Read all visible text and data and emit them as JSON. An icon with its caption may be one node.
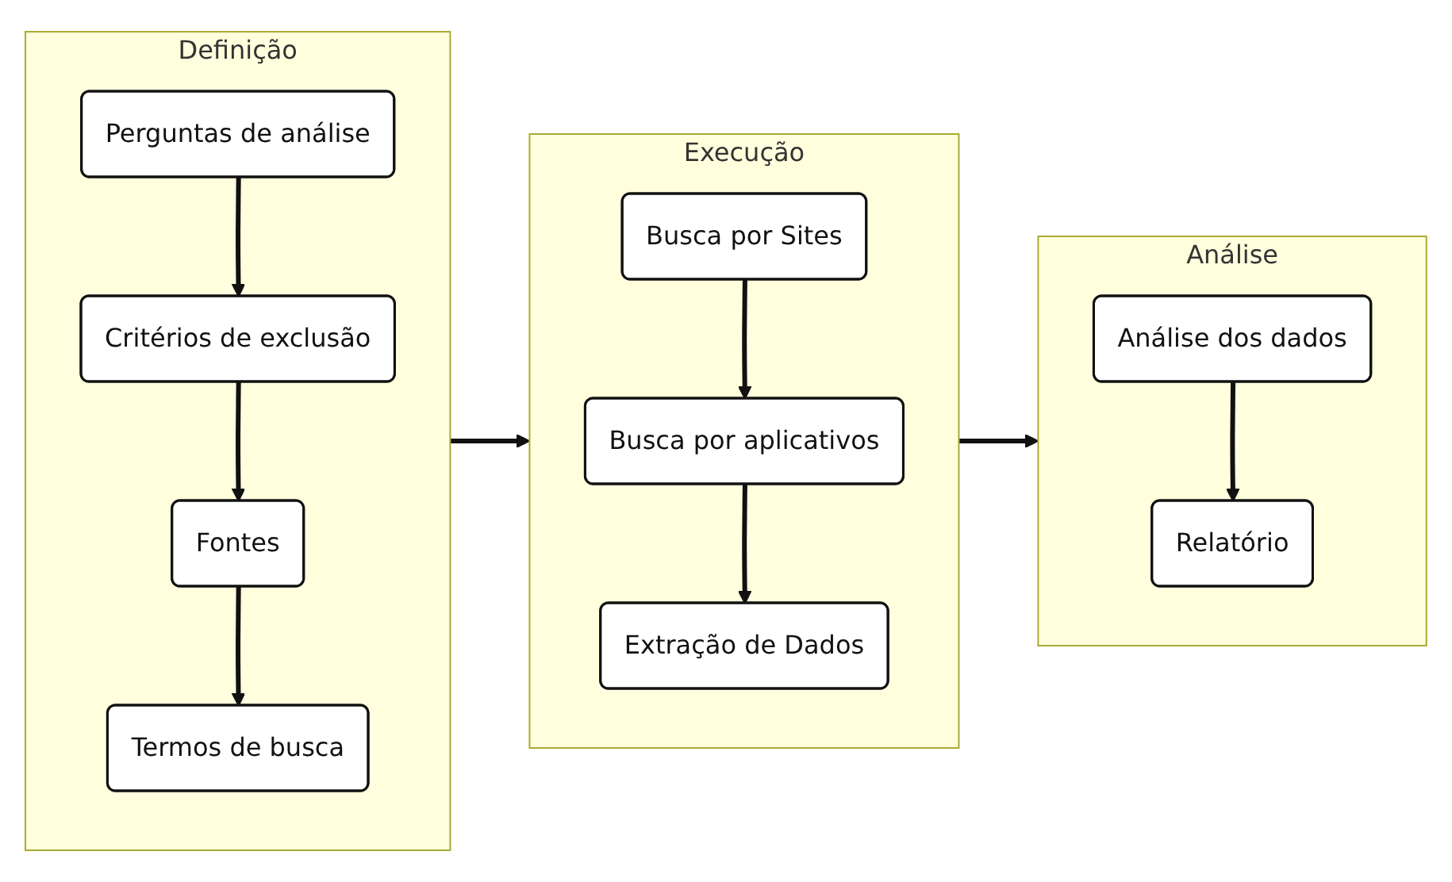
{
  "diagram": {
    "nodes": [
      {
        "text": [
          "Definição"
        ]
      },
      {
        "text": [
          "Perguntas de análise"
        ],
        "in": 0
      },
      {
        "text": [
          "Critérios de exclusão"
        ],
        "in": 0
      },
      {
        "text": [
          "Fontes"
        ],
        "in": 0
      },
      {
        "text": [
          "Termos de busca"
        ],
        "in": 0
      },
      {
        "text": [
          "Execução"
        ]
      },
      {
        "text": [
          "Busca por Sites"
        ],
        "in": 5
      },
      {
        "text": [
          "Busca por aplicativos"
        ],
        "in": 5
      },
      {
        "text": [
          "Extração de Dados"
        ],
        "in": 5
      },
      {
        "text": [
          "Análise"
        ]
      },
      {
        "text": [
          "Análise dos dados"
        ],
        "in": 9
      },
      {
        "text": [
          "Relatório"
        ],
        "in": 9
      }
    ],
    "edges": [
      {
        "from": 0,
        "to": 5,
        "arrow": "to"
      },
      {
        "from": 5,
        "to": 9,
        "arrow": "to"
      },
      {
        "from": 1,
        "to": 2,
        "arrow": "to"
      },
      {
        "from": 2,
        "to": 3,
        "arrow": "to"
      },
      {
        "from": 3,
        "to": 4,
        "arrow": "to"
      },
      {
        "from": 6,
        "to": 7,
        "arrow": "to"
      },
      {
        "from": 7,
        "to": 8,
        "arrow": "to"
      },
      {
        "from": 10,
        "to": 11,
        "arrow": "to"
      }
    ]
  }
}
